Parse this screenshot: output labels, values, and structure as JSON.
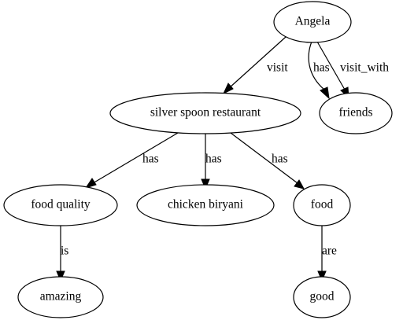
{
  "nodes": {
    "angela": "Angela",
    "silver_spoon": "silver spoon restaurant",
    "friends": "friends",
    "food_quality": "food quality",
    "chicken_biryani": "chicken biryani",
    "food": "food",
    "amazing": "amazing",
    "good": "good"
  },
  "edges": {
    "angela_silver_spoon": "visit",
    "angela_friends_has": "has",
    "angela_friends_visit_with": "visit_with",
    "silver_spoon_food_quality": "has",
    "silver_spoon_chicken_biryani": "has",
    "silver_spoon_food": "has",
    "food_quality_amazing": "is",
    "food_good": "are"
  }
}
